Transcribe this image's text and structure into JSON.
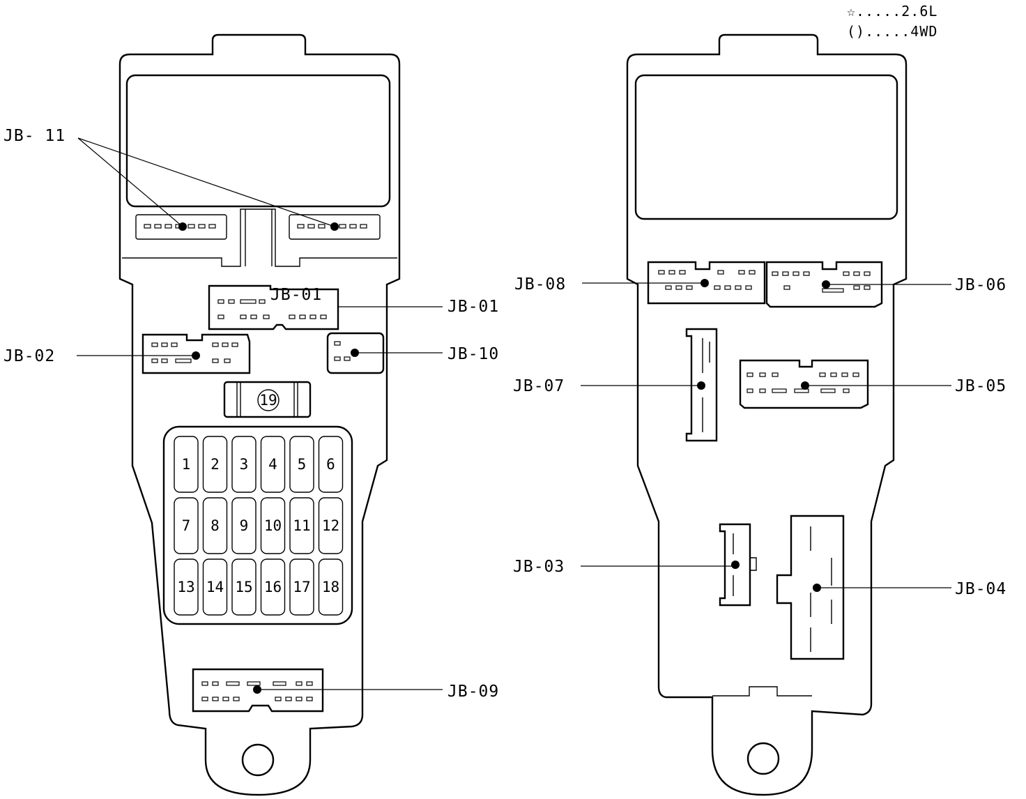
{
  "legend": {
    "line1": "☆.....2.6L",
    "line2": "().....4WD"
  },
  "left_box": {
    "callouts": {
      "jb11": "JB- 11",
      "jb01_inline": "JB-01",
      "jb01": "JB-01",
      "jb02": "JB-02",
      "jb10": "JB-10",
      "jb09": "JB-09"
    },
    "relay_label": "19",
    "fuses": [
      [
        "1",
        "2",
        "3",
        "4",
        "5",
        "6"
      ],
      [
        "7",
        "8",
        "9",
        "10",
        "11",
        "12"
      ],
      [
        "13",
        "14",
        "15",
        "16",
        "17",
        "18"
      ]
    ]
  },
  "right_box": {
    "callouts": {
      "jb08": "JB-08",
      "jb06": "JB-06",
      "jb07": "JB-07",
      "jb05": "JB-05",
      "jb03": "JB-03",
      "jb04": "JB-04"
    }
  }
}
